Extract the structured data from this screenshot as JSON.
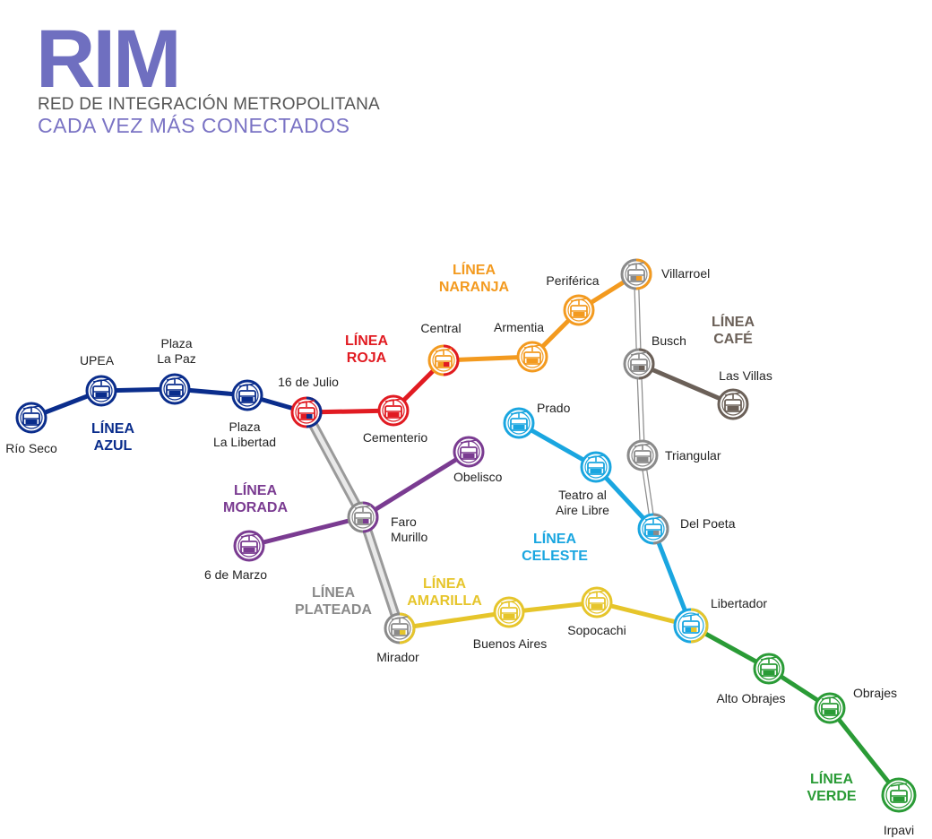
{
  "header": {
    "logo": "RIM",
    "subtitle": "RED DE INTEGRACIÓN METROPOLITANA",
    "tagline": "CADA VEZ MÁS CONECTADOS"
  },
  "lines": [
    {
      "id": "azul",
      "label": [
        "LÍNEA",
        "AZUL"
      ],
      "color": "#0a2d8c"
    },
    {
      "id": "roja",
      "label": [
        "LÍNEA",
        "ROJA"
      ],
      "color": "#e11b22"
    },
    {
      "id": "naranja",
      "label": [
        "LÍNEA",
        "NARANJA"
      ],
      "color": "#f39a1f"
    },
    {
      "id": "cafe",
      "label": [
        "LÍNEA",
        "CAFÉ"
      ],
      "color": "#6b6058"
    },
    {
      "id": "celeste",
      "label": [
        "LÍNEA",
        "CELESTE"
      ],
      "color": "#1aa6e0"
    },
    {
      "id": "morada",
      "label": [
        "LÍNEA",
        "MORADA"
      ],
      "color": "#7a3b91"
    },
    {
      "id": "plateada",
      "label": [
        "LÍNEA",
        "PLATEADA"
      ],
      "color": "#8a8a8a"
    },
    {
      "id": "amarilla",
      "label": [
        "LÍNEA",
        "AMARILLA"
      ],
      "color": "#e6c52b"
    },
    {
      "id": "verde",
      "label": [
        "LÍNEA",
        "VERDE"
      ],
      "color": "#2a9b36"
    }
  ],
  "stations": [
    {
      "id": "rio-seco",
      "label": [
        "Río Seco"
      ]
    },
    {
      "id": "upea",
      "label": [
        "UPEA"
      ]
    },
    {
      "id": "plaza-la-paz",
      "label": [
        "Plaza",
        "La Paz"
      ]
    },
    {
      "id": "plaza-la-libertad",
      "label": [
        "Plaza",
        "La Libertad"
      ]
    },
    {
      "id": "16-de-julio",
      "label": [
        "16 de Julio"
      ]
    },
    {
      "id": "cementerio",
      "label": [
        "Cementerio"
      ]
    },
    {
      "id": "central",
      "label": [
        "Central"
      ]
    },
    {
      "id": "armentia",
      "label": [
        "Armentia"
      ]
    },
    {
      "id": "periferica",
      "label": [
        "Periférica"
      ]
    },
    {
      "id": "villarroel",
      "label": [
        "Villarroel"
      ]
    },
    {
      "id": "busch",
      "label": [
        "Busch"
      ]
    },
    {
      "id": "las-villas",
      "label": [
        "Las Villas"
      ]
    },
    {
      "id": "triangular",
      "label": [
        "Triangular"
      ]
    },
    {
      "id": "del-poeta",
      "label": [
        "Del Poeta"
      ]
    },
    {
      "id": "prado",
      "label": [
        "Prado"
      ]
    },
    {
      "id": "teatro-al-aire-libre",
      "label": [
        "Teatro al",
        "Aire Libre"
      ]
    },
    {
      "id": "obelisco",
      "label": [
        "Obelisco"
      ]
    },
    {
      "id": "faro-murillo",
      "label": [
        "Faro",
        "Murillo"
      ]
    },
    {
      "id": "6-de-marzo",
      "label": [
        "6 de Marzo"
      ]
    },
    {
      "id": "mirador",
      "label": [
        "Mirador"
      ]
    },
    {
      "id": "buenos-aires",
      "label": [
        "Buenos Aires"
      ]
    },
    {
      "id": "sopocachi",
      "label": [
        "Sopocachi"
      ]
    },
    {
      "id": "libertador",
      "label": [
        "Libertador"
      ]
    },
    {
      "id": "alto-obrajes",
      "label": [
        "Alto Obrajes"
      ]
    },
    {
      "id": "obrajes",
      "label": [
        "Obrajes"
      ]
    },
    {
      "id": "irpavi",
      "label": [
        "Irpavi"
      ]
    }
  ]
}
